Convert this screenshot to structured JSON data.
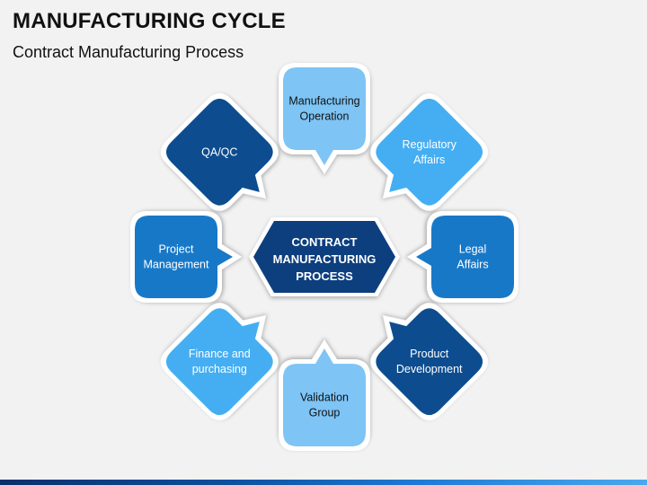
{
  "header": {
    "title": "MANUFACTURING CYCLE",
    "subtitle": "Contract Manufacturing Process"
  },
  "diagram": {
    "center": {
      "lines": [
        "CONTRACT",
        "MANUFACTURING",
        "PROCESS"
      ],
      "color": "#0d3f7f"
    },
    "colors": {
      "dark": "#0d4d8f",
      "mid": "#1878c8",
      "light": "#45aef2",
      "pale": "#7ec4f5",
      "page_background": "#f2f2f2"
    },
    "nodes": [
      {
        "id": "manufacturing-operation",
        "lines": [
          "Manufacturing",
          "Operation"
        ],
        "color": "pale",
        "text_color": "#111111"
      },
      {
        "id": "regulatory-affairs",
        "lines": [
          "Regulatory",
          "Affairs"
        ],
        "color": "light",
        "text_color": "#ffffff"
      },
      {
        "id": "legal-affairs",
        "lines": [
          "Legal",
          "Affairs"
        ],
        "color": "mid",
        "text_color": "#ffffff"
      },
      {
        "id": "product-development",
        "lines": [
          "Product",
          "Development"
        ],
        "color": "dark",
        "text_color": "#ffffff"
      },
      {
        "id": "validation-group",
        "lines": [
          "Validation",
          "Group"
        ],
        "color": "pale",
        "text_color": "#111111"
      },
      {
        "id": "finance-and-purchasing",
        "lines": [
          "Finance and",
          "purchasing"
        ],
        "color": "light",
        "text_color": "#ffffff"
      },
      {
        "id": "project-management",
        "lines": [
          "Project",
          "Management"
        ],
        "color": "mid",
        "text_color": "#ffffff"
      },
      {
        "id": "qa-qc",
        "lines": [
          "QA/QC"
        ],
        "color": "dark",
        "text_color": "#ffffff"
      }
    ]
  }
}
